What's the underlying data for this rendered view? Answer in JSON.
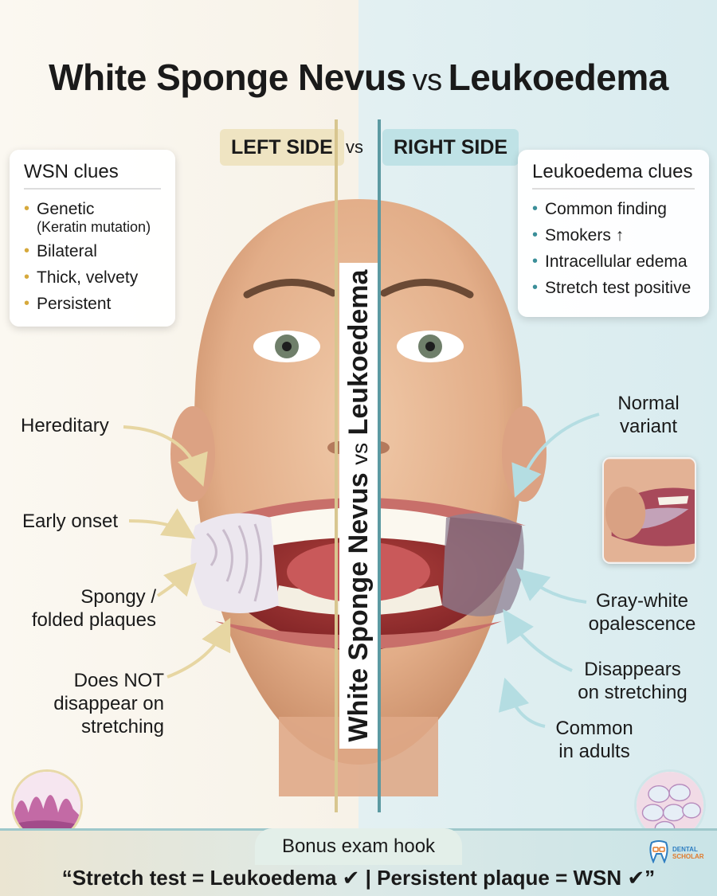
{
  "title": {
    "left": "White Sponge Nevus",
    "vs": "vs",
    "right": "Leukoedema"
  },
  "sides": {
    "left": "LEFT SIDE",
    "vs": "vs",
    "right": "RIGHT SIDE"
  },
  "wsn_clues": {
    "heading": "WSN clues",
    "items": [
      "Genetic",
      "(Keratin mutation)",
      "Bilateral",
      "Thick, velvety",
      "Persistent"
    ]
  },
  "leuko_clues": {
    "heading": "Leukoedema clues",
    "items": [
      "Common finding",
      "Smokers ↑",
      "Intracellular edema",
      "Stretch test positive"
    ]
  },
  "vertical_text": {
    "left": "White Sponge Nevus",
    "vs": "vs",
    "right": "Leukoedema"
  },
  "left_labels": {
    "hereditary": "Hereditary",
    "early_onset": "Early onset",
    "spongy_1": "Spongy /",
    "spongy_2": "folded plaques",
    "not_disappear_1": "Does NOT",
    "not_disappear_2": "disappear on",
    "not_disappear_3": "stretching"
  },
  "right_labels": {
    "normal_1": "Normal",
    "normal_2": "variant",
    "gray_1": "Gray-white",
    "gray_2": "opalescence",
    "disappears_1": "Disappears",
    "disappears_2": "on stretching",
    "common_1": "Common",
    "common_2": "in adults"
  },
  "banner": {
    "tab": "Bonus exam hook",
    "line": "“Stretch test = Leukoedema ✔ | Persistent plaque = WSN ✔”"
  },
  "logo": {
    "line1": "DENTAL",
    "line2": "SCHOLAR"
  },
  "colors": {
    "left_accent": "#d6a93c",
    "right_accent": "#3b8f99",
    "left_pill": "#efe4c2",
    "right_pill": "#bfe2e6"
  }
}
